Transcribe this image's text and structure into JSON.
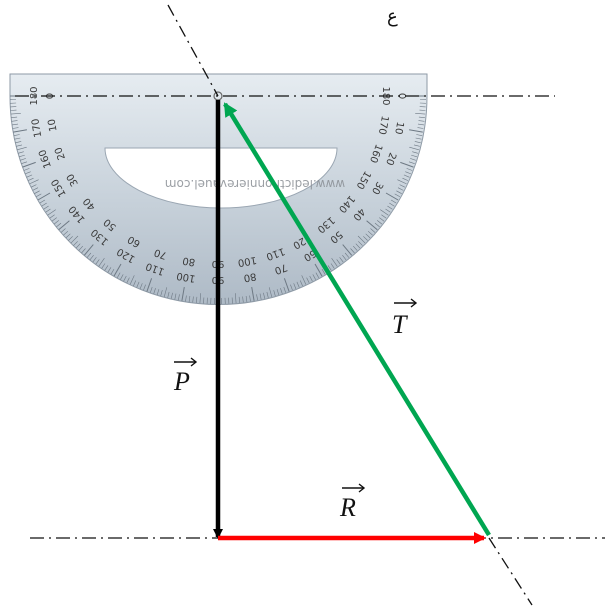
{
  "top_caption": "ع",
  "protractor": {
    "watermark": "www.ledicthonnierevauel.com",
    "outer_scale": [
      "0",
      "10",
      "20",
      "30",
      "40",
      "50",
      "60",
      "70",
      "80",
      "90",
      "100",
      "110",
      "120",
      "130",
      "140",
      "150",
      "160",
      "170",
      "180"
    ],
    "inner_scale": [
      "180",
      "170",
      "160",
      "150",
      "140",
      "130",
      "120",
      "110",
      "100",
      "90",
      "80",
      "70",
      "60",
      "50",
      "40",
      "30",
      "20",
      "10",
      "0"
    ]
  },
  "vectors": {
    "P": {
      "label": "P",
      "color": "#000000"
    },
    "R": {
      "label": "R",
      "color": "#ff0000"
    },
    "T": {
      "label": "T",
      "color": "#00a651"
    }
  },
  "colors": {
    "protractor_fill": "#c9d3dc",
    "protractor_edge": "#8e9aa6",
    "dashdot": "#111111"
  }
}
